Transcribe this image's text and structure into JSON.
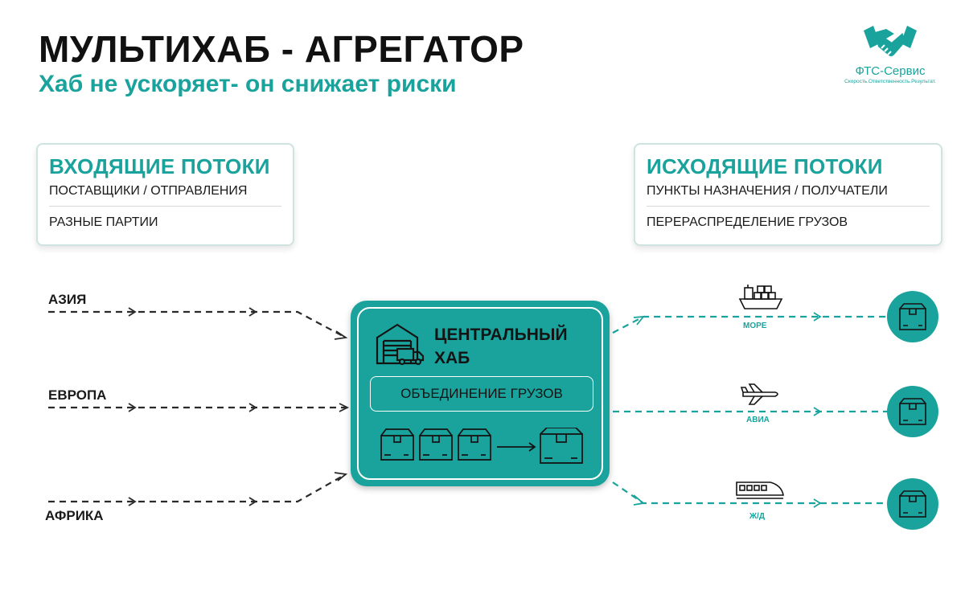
{
  "header": {
    "title": "МУЛЬТИХАБ - АГРЕГАТОР",
    "subtitle": "Хаб не ускоряет- он снижает риски"
  },
  "logo": {
    "name": "ФТС-Сервис",
    "tagline": "Скорость.Ответственность.Результат.",
    "icon": "handshake-icon"
  },
  "incoming": {
    "title": "ВХОДЯЩИЕ ПОТОКИ",
    "line1": "ПОСТАВЩИКИ / ОТПРАВЛЕНИЯ",
    "line2": "РАЗНЫЕ ПАРТИИ"
  },
  "outgoing": {
    "title": "ИСХОДЯЩИЕ ПОТОКИ",
    "line1": "ПУНКТЫ НАЗНАЧЕНИЯ / ПОЛУЧАТЕЛИ",
    "line2": "ПЕРЕРАСПРЕДЕЛЕНИЕ ГРУЗОВ"
  },
  "regions": [
    "АЗИЯ",
    "ЕВРОПА",
    "АФРИКА"
  ],
  "hub": {
    "title": "ЦЕНТРАЛЬНЫЙ ХАБ",
    "consolidation": "ОБЪЕДИНЕНИЕ ГРУЗОВ",
    "icon": "warehouse-icon"
  },
  "modes": [
    {
      "label": "МОРЕ",
      "icon": "ship-icon"
    },
    {
      "label": "АВИА",
      "icon": "plane-icon"
    },
    {
      "label": "Ж/Д",
      "icon": "train-icon"
    }
  ],
  "colors": {
    "accent": "#1aa39c",
    "text": "#141414",
    "arrow": "#2a2a2a"
  }
}
